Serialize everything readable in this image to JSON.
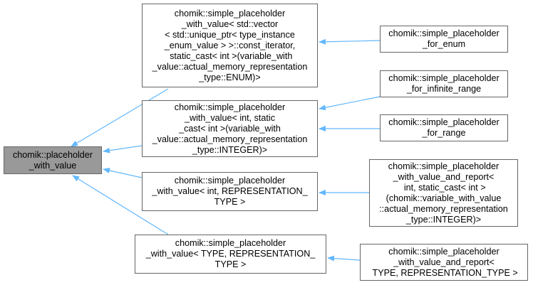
{
  "diagram": {
    "title": "",
    "edge_color": "#63b8ff",
    "root_fill": "#999999",
    "node_border": "#666666",
    "nodes": {
      "root": {
        "label": "chomik::placeholder\n_with_value"
      },
      "enum_base": {
        "label": "chomik::simple_placeholder\n_with_value< std::vector\n< std::unique_ptr< type_instance\n_enum_value > >::const_iterator,\n static_cast< int >(variable_with\n_value::actual_memory_representation\n_type::ENUM)>"
      },
      "int_base": {
        "label": "chomik::simple_placeholder\n_with_value< int, static\n_cast< int >(variable_with\n_value::actual_memory_representation\n_type::INTEGER)>"
      },
      "rep_base": {
        "label": "chomik::simple_placeholder\n_with_value< int, REPRESENTATION_\nTYPE >"
      },
      "type_base": {
        "label": "chomik::simple_placeholder\n_with_value< TYPE, REPRESENTATION_\nTYPE >"
      },
      "for_enum": {
        "label": "chomik::simple_placeholder\n_for_enum"
      },
      "for_infinite_range": {
        "label": "chomik::simple_placeholder\n_for_infinite_range"
      },
      "for_range": {
        "label": "chomik::simple_placeholder\n_for_range"
      },
      "report_int": {
        "label": "chomik::simple_placeholder\n_with_value_and_report<\n int, static_cast< int >\n(chomik::variable_with_value\n::actual_memory_representation\n_type::INTEGER)>"
      },
      "report_type": {
        "label": "chomik::simple_placeholder\n_with_value_and_report<\n TYPE, REPRESENTATION_TYPE >"
      }
    },
    "edges": [
      {
        "from": "enum_base",
        "to": "root"
      },
      {
        "from": "int_base",
        "to": "root"
      },
      {
        "from": "rep_base",
        "to": "root"
      },
      {
        "from": "type_base",
        "to": "root"
      },
      {
        "from": "for_enum",
        "to": "enum_base"
      },
      {
        "from": "for_infinite_range",
        "to": "int_base"
      },
      {
        "from": "for_range",
        "to": "int_base"
      },
      {
        "from": "report_int",
        "to": "rep_base"
      },
      {
        "from": "report_type",
        "to": "type_base"
      }
    ]
  }
}
